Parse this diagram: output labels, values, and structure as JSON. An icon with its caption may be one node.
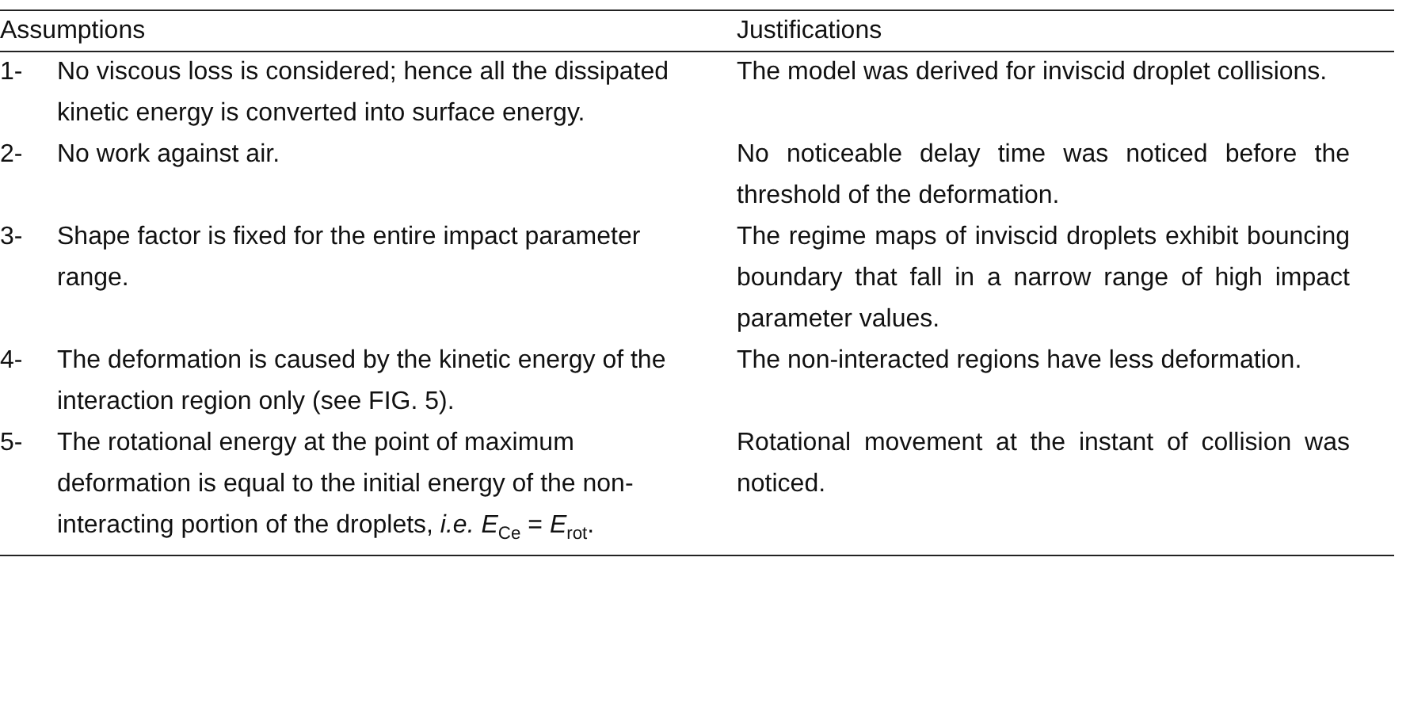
{
  "diagram": {
    "labels": [
      "Assumptions",
      "Justifications",
      "1-",
      "No viscous loss is considered; hence all the dissipated kinetic energy is converted into surface energy.",
      "The model was derived for inviscid droplet collisions.",
      "2-",
      "No work against air.",
      "No noticeable delay time was noticed before the threshold of the deformation.",
      "3-",
      "Shape factor is fixed for the entire impact parameter range.",
      "The regime maps of inviscid droplets exhibit bouncing boundary that fall in a narrow range of high impact parameter values.",
      "4-",
      "The deformation is caused by the kinetic energy of the interaction region only (see FIG. 5).",
      "The non-interacted regions have less deformation.",
      "5-",
      "The rotational energy at the point of maximum deformation is equal to the initial energy of the non-interacting portion of the droplets, *i.e. E*$_{Ce}$ = *E*$_{rot}$.",
      "Rotational movement at the instant of collision was noticed."
    ]
  }
}
